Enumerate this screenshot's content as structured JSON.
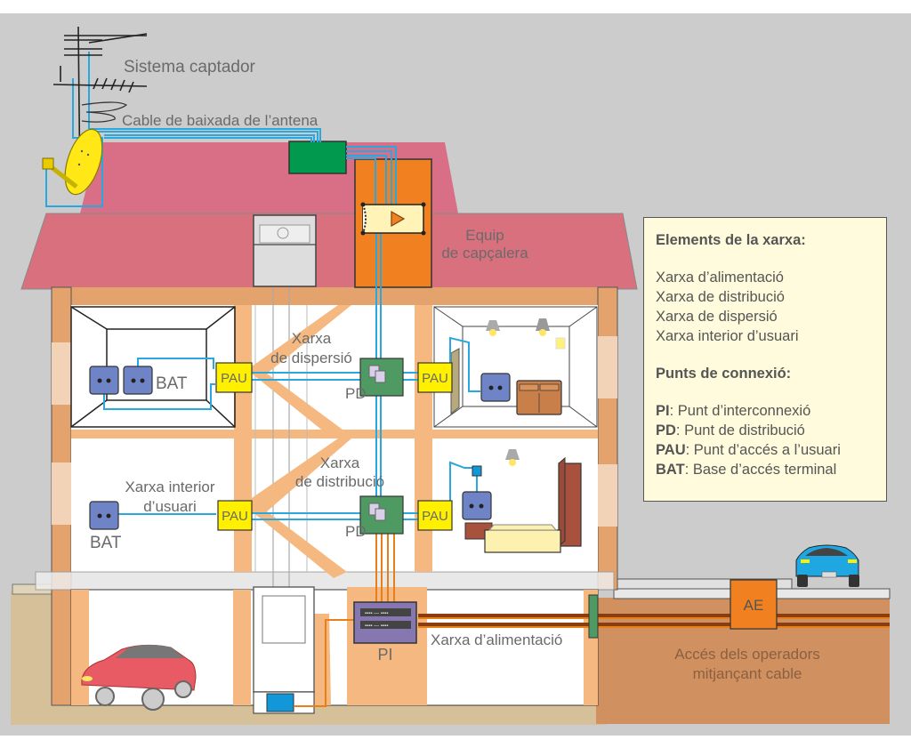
{
  "title": "Infraestructura comuna de telecomunicacions",
  "labels": {
    "sistema_captador": "Sistema captador",
    "cable_baixada": "Cable de baixada de l’antena",
    "equip_line1": "Equip",
    "equip_line2": "de capçalera",
    "xarxa_dispersio_line1": "Xarxa",
    "xarxa_dispersio_line2": "de dispersió",
    "xarxa_distribucio_line1": "Xarxa",
    "xarxa_distribucio_line2": "de distribució",
    "xarxa_interior_line1": "Xarxa interior",
    "xarxa_interior_line2": "d’usuari",
    "xarxa_alimentacio": "Xarxa d’alimentació",
    "acces_line1": "Accés dels operadors",
    "acces_line2": "mitjançant cable",
    "pau": "PAU",
    "pd": "PD",
    "pi": "PI",
    "bat": "BAT",
    "ae": "AE"
  },
  "legend": {
    "elements_title": "Elements de la xarxa:",
    "elements": [
      "Xarxa d’alimentació",
      "Xarxa de distribució",
      "Xarxa de dispersió",
      "Xarxa interior d’usuari"
    ],
    "points_title": "Punts de connexió:",
    "points": [
      {
        "abbr": "PI",
        "text": ": Punt d’interconnexió"
      },
      {
        "abbr": "PD",
        "text": ": Punt de distribució"
      },
      {
        "abbr": "PAU",
        "text": ": Punt d’accés a l’usuari"
      },
      {
        "abbr": "BAT",
        "text": ": Base d’accés terminal"
      }
    ]
  },
  "colors": {
    "background": "#cccccc",
    "roof": "#d9707e",
    "roof_upper": "#d96f87",
    "wall": "#e4a36c",
    "wall_light": "#f2d3b8",
    "orange_box": "#f08020",
    "pau": "#fff000",
    "pd": "#4f9a63",
    "bat": "#6f84c6",
    "pi": "#8677b0",
    "cable_blue": "#29a8e0",
    "cable_orange": "#e8801a",
    "ground": "#d19060",
    "legend_bg": "#fffbdc"
  }
}
